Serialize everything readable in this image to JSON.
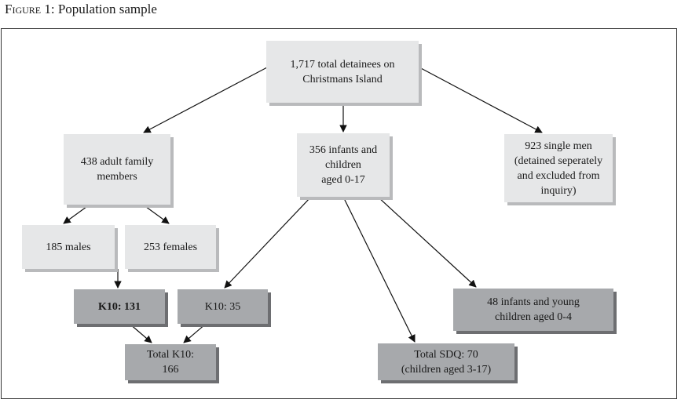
{
  "caption": {
    "figure_label": "Figure 1:",
    "title": "Population sample"
  },
  "nodes": {
    "total": "1,717 total detainees on\nChristmans Island",
    "adults": "438 adult family\nmembers",
    "children": "356 infants and\nchildren\naged 0-17",
    "single_men": "923 single men\n(detained seperately\nand excluded from\ninquiry)",
    "males": "185 males",
    "females": "253 females",
    "k10_131": "K10: 131",
    "k10_35": "K10: 35",
    "infants_0_4": "48 infants and young\nchildren aged 0-4",
    "total_k10": "Total K10:\n166",
    "total_sdq": "Total SDQ: 70\n(children aged 3-17)"
  }
}
